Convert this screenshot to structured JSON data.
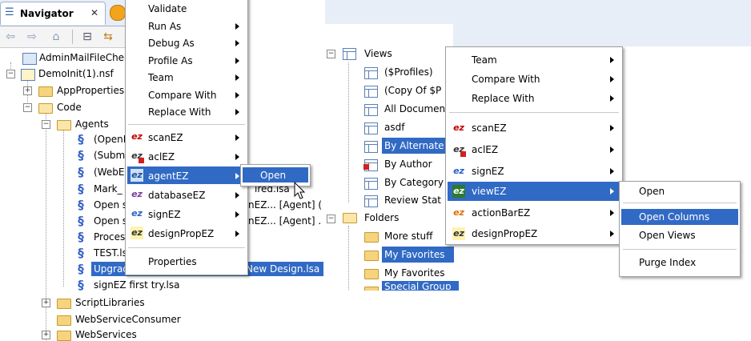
{
  "navigator": {
    "tab_title": "Navigator",
    "tree": {
      "admin_item": "AdminMailFileCheck",
      "db_item": "DemoInit(1).nsf",
      "app_properties": "AppProperties",
      "code": "Code",
      "agents": "Agents",
      "agent_items": [
        "(OpenI",
        "(Submi",
        "(WebE",
        "Mark_",
        "Open s",
        "Open s",
        "Proces",
        "TEST.ls",
        "Upgrade",
        "signEZ first try.lsa"
      ],
      "selected_agent_suffix": "New Design.lsa",
      "behind_texts": [
        "ired.lsa",
        "nEZ... [Agent] (",
        "nEZ... [Agent] ."
      ],
      "script_libraries": "ScriptLibraries",
      "web_service_consumer": "WebServiceConsumer",
      "web_services": "WebServices"
    }
  },
  "left_menu": {
    "items": [
      "Validate",
      "Run As",
      "Debug As",
      "Profile As",
      "Team",
      "Compare With",
      "Replace With"
    ],
    "ez_items": [
      "scanEZ",
      "aclEZ",
      "agentEZ",
      "databaseEZ",
      "signEZ",
      "designPropEZ"
    ],
    "properties": "Properties"
  },
  "agent_submenu": {
    "open": "Open"
  },
  "views_tree": {
    "views": "Views",
    "view_items": [
      "($Profiles)",
      "(Copy Of $P",
      "All Documen",
      "asdf",
      "By Alternate",
      "By Author",
      "By Category",
      "Review Stat"
    ],
    "folders": "Folders",
    "folder_items": [
      "More stuff",
      "My Favorites",
      "My Favorites",
      "Special Group"
    ]
  },
  "right_menu": {
    "items": [
      "Team",
      "Compare With",
      "Replace With"
    ],
    "ez_items": [
      "scanEZ",
      "aclEZ",
      "signEZ",
      "viewEZ",
      "actionBarEZ",
      "designPropEZ"
    ]
  },
  "view_submenu": {
    "items": [
      "Open",
      "Open Columns",
      "Open Views",
      "Purge Index"
    ]
  },
  "colors": {
    "selection": "#316ac5",
    "folder": "#f6d47e"
  }
}
